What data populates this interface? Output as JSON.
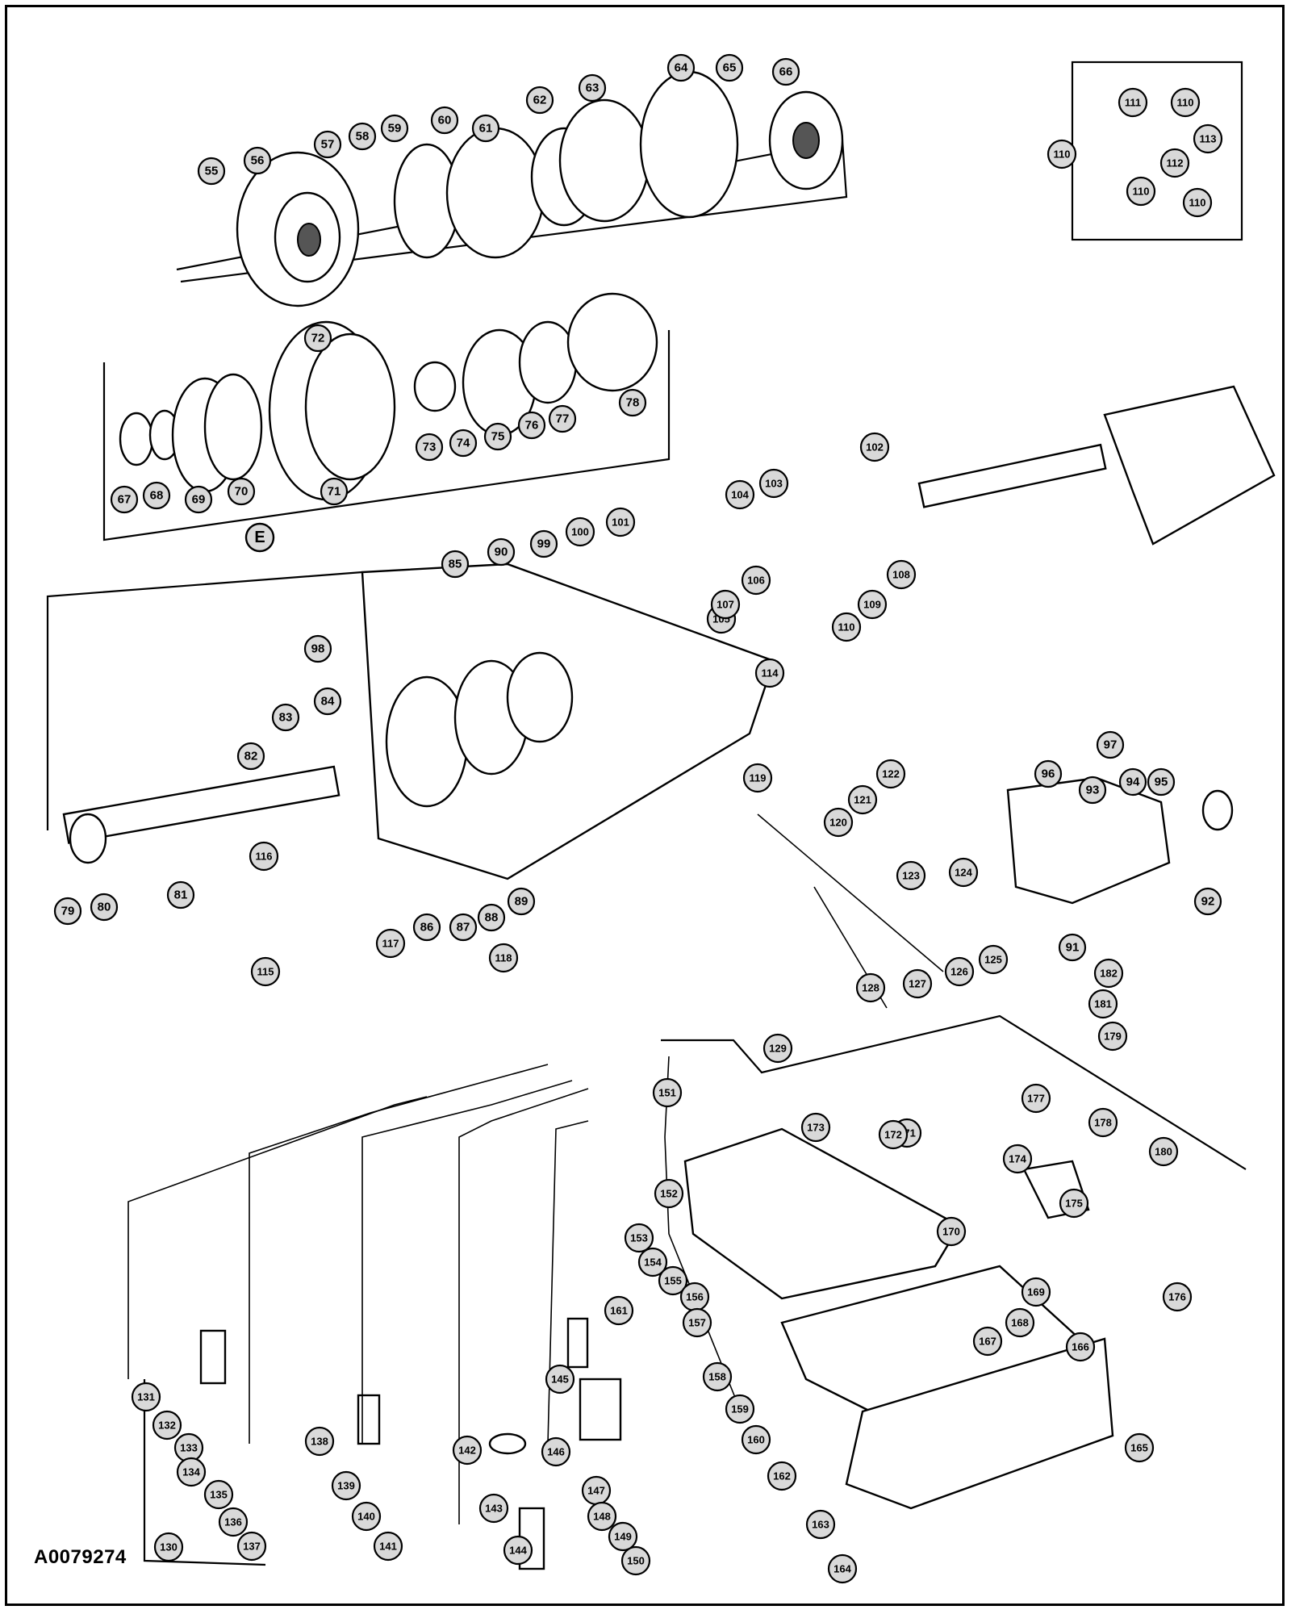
{
  "figure": {
    "id": "A0079274",
    "group_letter": "E"
  },
  "callouts": [
    "55",
    "56",
    "57",
    "58",
    "59",
    "60",
    "61",
    "62",
    "63",
    "64",
    "65",
    "66",
    "67",
    "68",
    "69",
    "70",
    "71",
    "72",
    "73",
    "74",
    "75",
    "76",
    "77",
    "78",
    "79",
    "80",
    "81",
    "82",
    "83",
    "84",
    "85",
    "86",
    "87",
    "88",
    "89",
    "90",
    "91",
    "92",
    "93",
    "94",
    "95",
    "96",
    "97",
    "98",
    "99",
    "100",
    "101",
    "102",
    "103",
    "104",
    "105",
    "106",
    "107",
    "108",
    "109",
    "110",
    "111",
    "112",
    "113",
    "114",
    "115",
    "116",
    "117",
    "118",
    "119",
    "120",
    "121",
    "122",
    "123",
    "124",
    "125",
    "126",
    "127",
    "128",
    "129",
    "130",
    "131",
    "132",
    "133",
    "134",
    "135",
    "136",
    "137",
    "138",
    "139",
    "140",
    "141",
    "142",
    "143",
    "144",
    "145",
    "146",
    "147",
    "148",
    "149",
    "150",
    "151",
    "152",
    "153",
    "154",
    "155",
    "156",
    "157",
    "158",
    "159",
    "160",
    "161",
    "162",
    "163",
    "164",
    "165",
    "166",
    "167",
    "168",
    "169",
    "170",
    "171",
    "172",
    "173",
    "174",
    "175",
    "176",
    "177",
    "178",
    "179",
    "180",
    "181",
    "182"
  ]
}
